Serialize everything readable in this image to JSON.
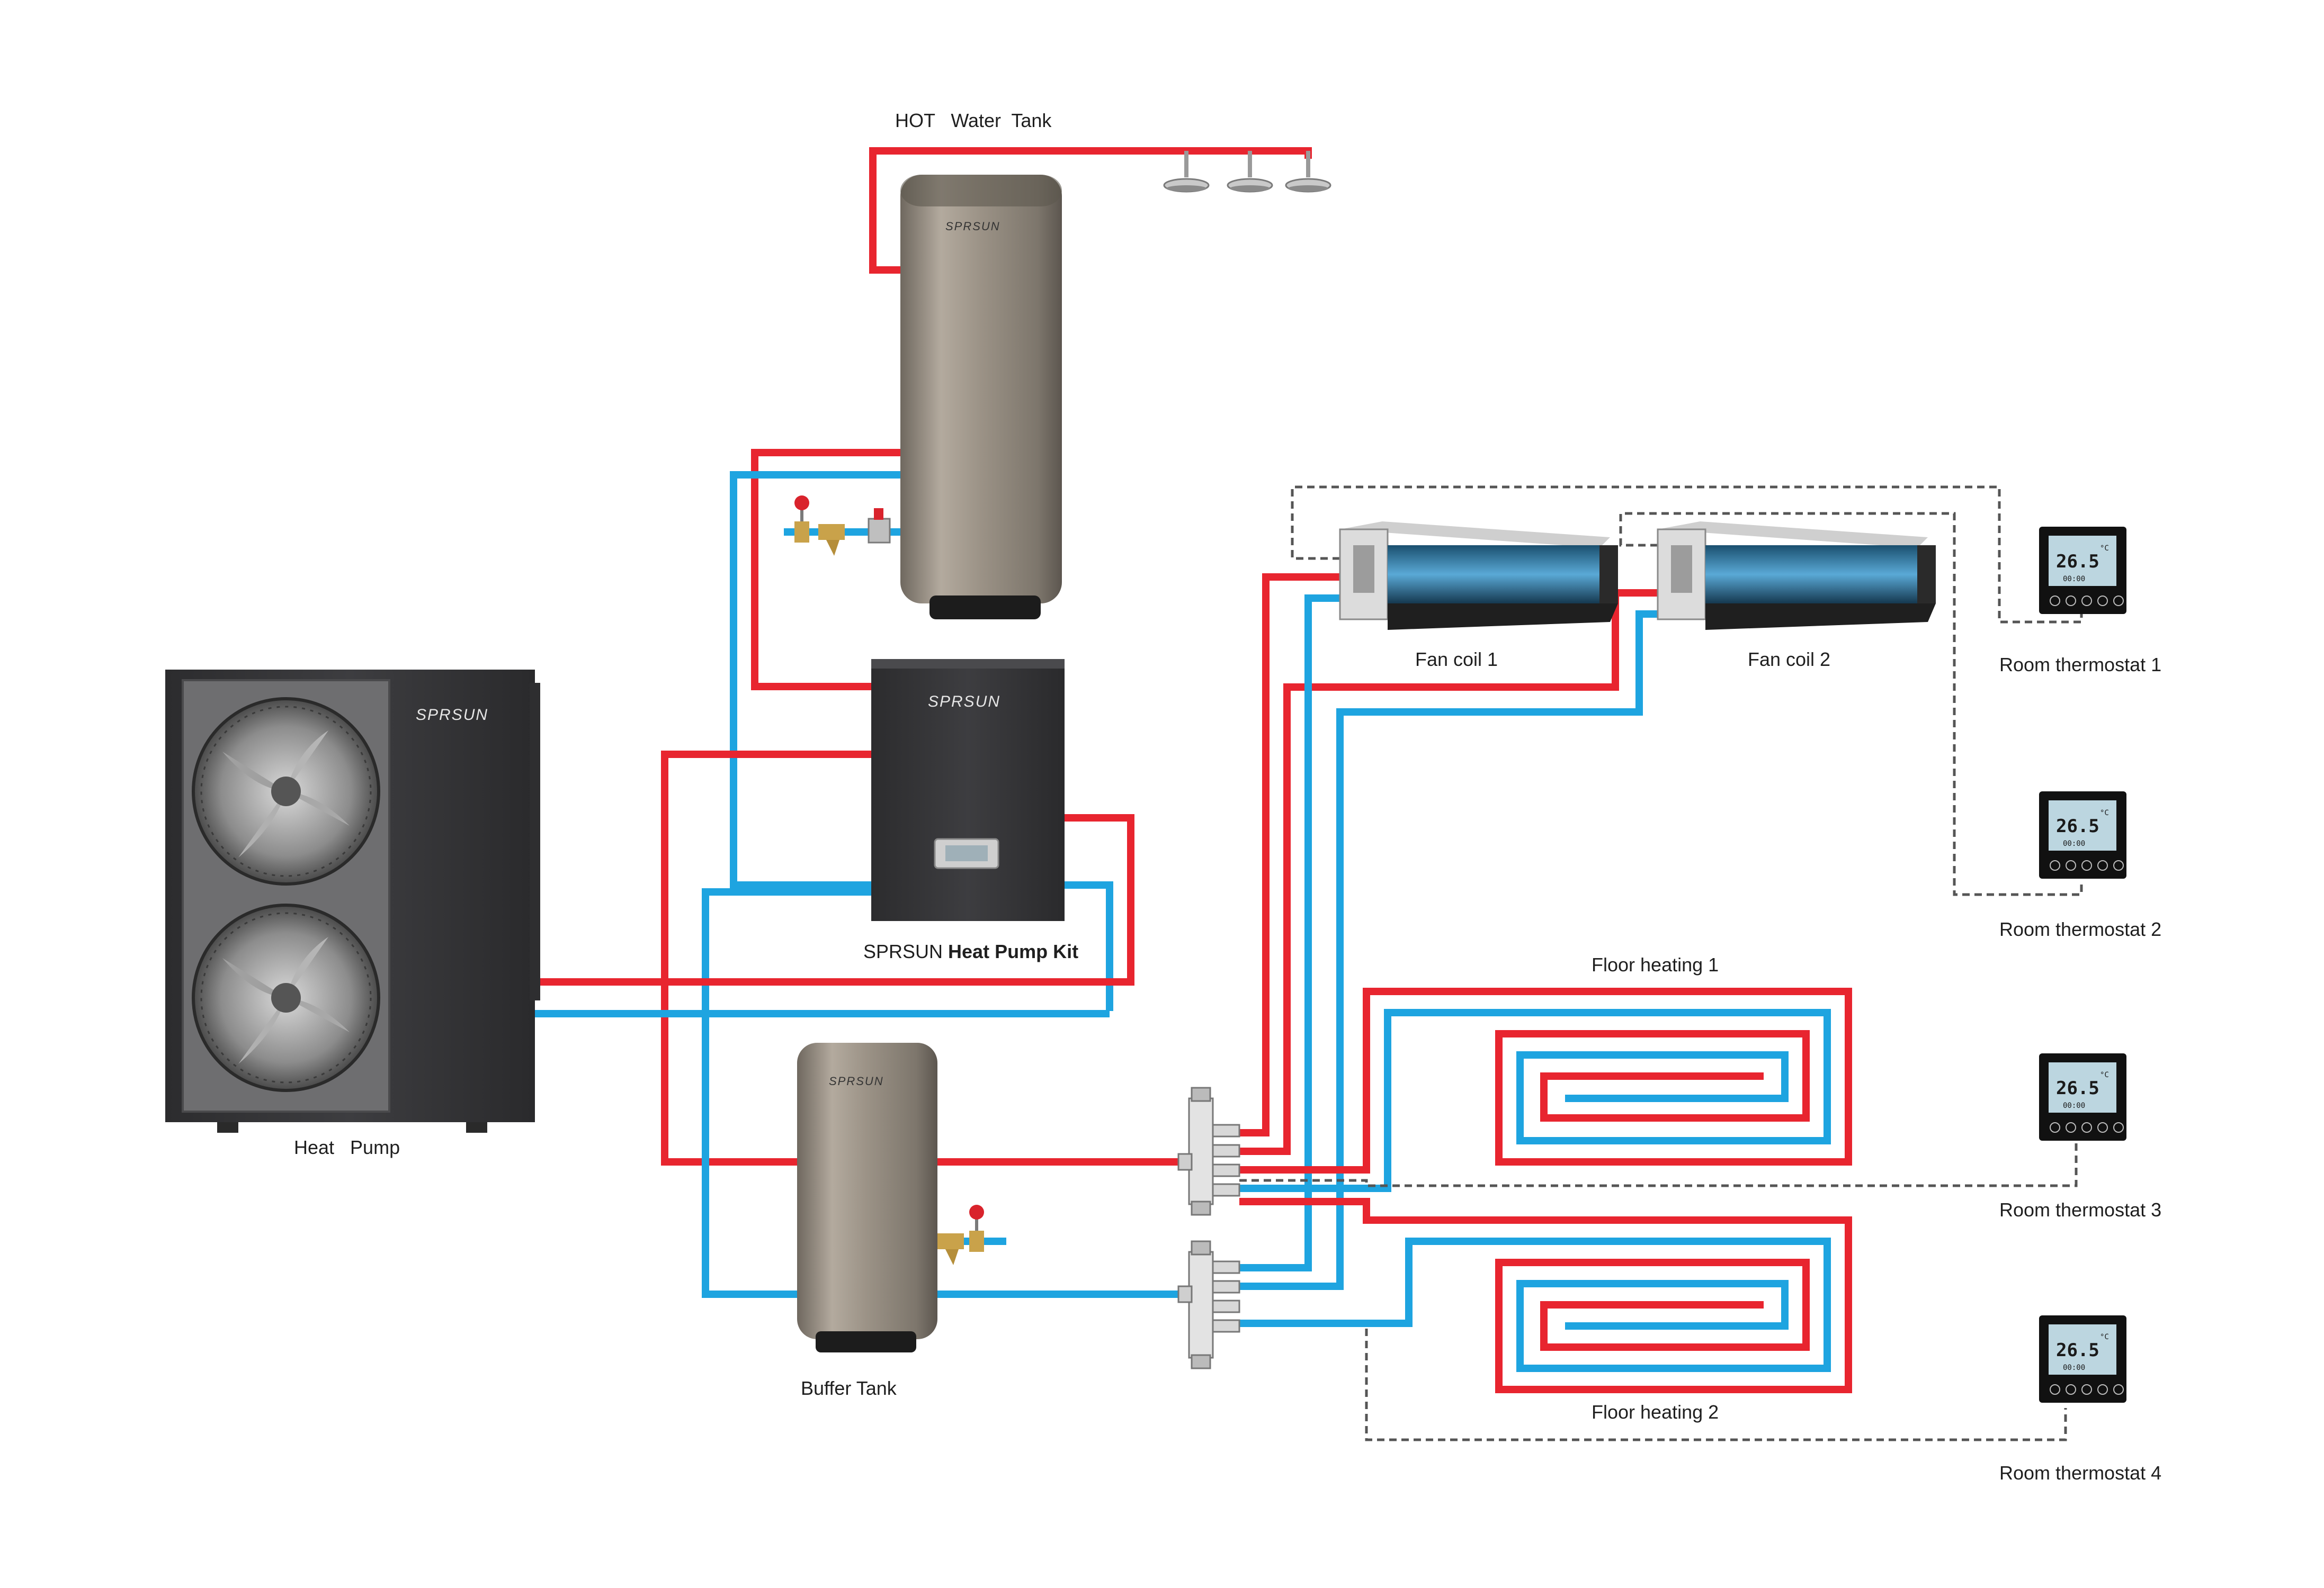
{
  "labels": {
    "hot_water_tank": "HOT   Water  Tank",
    "heat_pump": "Heat   Pump",
    "heat_pump_kit_prefix": "SPRSUN ",
    "heat_pump_kit_suffix": "Heat Pump Kit",
    "buffer_tank": "Buffer Tank",
    "fan_coil_1": "Fan coil 1",
    "fan_coil_2": "Fan coil 2",
    "floor_heating_1": "Floor heating 1",
    "floor_heating_2": "Floor heating 2",
    "room_thermostat_1": "Room thermostat 1",
    "room_thermostat_2": "Room thermostat 2",
    "room_thermostat_3": "Room thermostat 3",
    "room_thermostat_4": "Room thermostat 4"
  },
  "brand": "SPRSUN",
  "thermostat_display": {
    "temperature": "26.5",
    "unit": "°C",
    "clock": "00:00"
  },
  "colors": {
    "hot_pipe": "#e8252f",
    "cold_pipe": "#1ea4e0",
    "control_wire": "#555555",
    "tank_body": "#9a9186",
    "unit_body": "#3a3a3c"
  }
}
